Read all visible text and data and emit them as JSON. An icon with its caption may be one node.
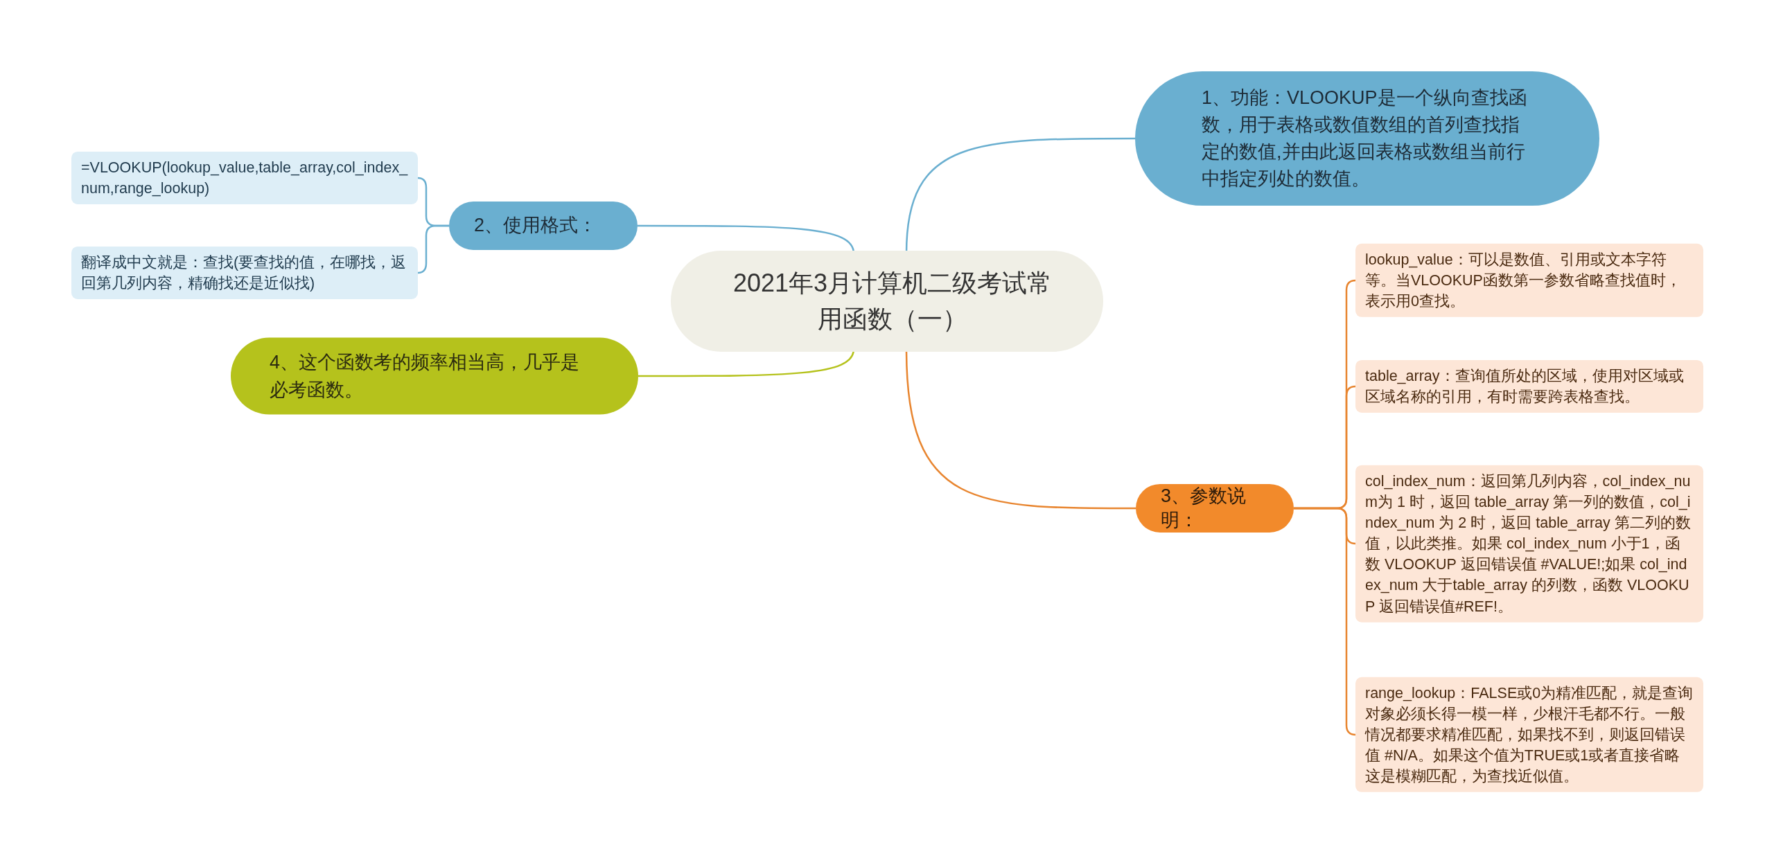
{
  "diagram": {
    "nodes": [
      {
        "text": [
          "2021年3月计算机二级考试常用函数（一）"
        ]
      },
      {
        "text": [
          "1、功能：VLOOKUP是一个纵向查找函数，用于表格或数值数组的首列查找指定的数值,并由此返回表格或数组当前行中指定列处的数值。"
        ]
      },
      {
        "text": [
          "2、使用格式："
        ]
      },
      {
        "text": [
          "=VLOOKUP(lookup_value,table_array,col_index_num,range_lookup)"
        ]
      },
      {
        "text": [
          "翻译成中文就是：查找(要查找的值，在哪找，返回第几列内容，精确找还是近似找)"
        ]
      },
      {
        "text": [
          "4、这个函数考的频率相当高，几乎是必考函数。"
        ]
      },
      {
        "text": [
          "3、参数说明："
        ]
      },
      {
        "text": [
          "lookup_value：可以是数值、引用或文本字符等。当VLOOKUP函数第一参数省略查找值时，表示用0查找。"
        ]
      },
      {
        "text": [
          "table_array：查询值所处的区域，使用对区域或区域名称的引用，有时需要跨表格查找。"
        ]
      },
      {
        "text": [
          "col_index_num：返回第几列内容，col_index_num为 1 时，返回 table_array 第一列的数值，col_index_num 为 2 时，返回 table_array 第二列的数值，以此类推。如果 col_index_num 小于1，函数 VLOOKUP 返回错误值 #VALUE!;如果 col_index_num 大于table_array 的列数，函数 VLOOKUP 返回错误值#REF!。"
        ]
      },
      {
        "text": [
          "range_lookup：FALSE或0为精准匹配，就是查询对象必须长得一模一样，少根汗毛都不行。一般情况都要求精准匹配，如果找不到，则返回错误值 #N/A。如果这个值为TRUE或1或者直接省略这是模糊匹配，为查找近似值。"
        ]
      }
    ],
    "edges": [
      {
        "from": 0,
        "to": 1,
        "arrow": "none",
        "color": "#6aafd0"
      },
      {
        "from": 0,
        "to": 2,
        "arrow": "none",
        "color": "#6aafd0"
      },
      {
        "from": 2,
        "to": 3,
        "arrow": "none",
        "color": "#6aafd0"
      },
      {
        "from": 2,
        "to": 4,
        "arrow": "none",
        "color": "#6aafd0"
      },
      {
        "from": 0,
        "to": 5,
        "arrow": "none",
        "color": "#b5c21c"
      },
      {
        "from": 0,
        "to": 6,
        "arrow": "none"
      },
      {
        "from": 6,
        "to": 7,
        "arrow": "none"
      },
      {
        "from": 6,
        "to": 8,
        "arrow": "none"
      },
      {
        "from": 6,
        "to": 9,
        "arrow": "none"
      },
      {
        "from": 6,
        "to": 10,
        "arrow": "none"
      }
    ]
  }
}
